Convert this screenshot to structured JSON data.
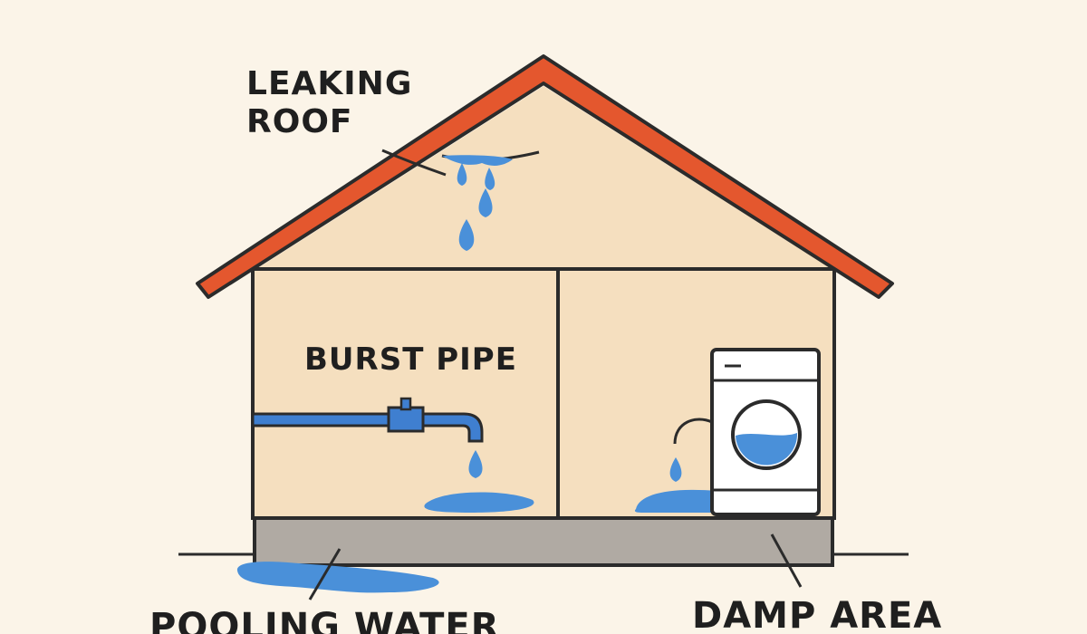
{
  "labels": {
    "leaking_roof_line1": "LEAKING",
    "leaking_roof_line2": "ROOF",
    "burst_pipe": "BURST PIPE",
    "pooling_water": "POOLING WATER",
    "damp_area": "DAMP AREA"
  },
  "colors": {
    "background": "#fbf4e8",
    "wall": "#f5dfbf",
    "roof": "#e4572e",
    "outline": "#2b2b2b",
    "water": "#4a90d9",
    "foundation": "#b0aaa3",
    "pipe": "#3f7fd0"
  },
  "icons": [
    "water-drop-icon",
    "washing-machine-icon",
    "pipe-valve-icon"
  ]
}
